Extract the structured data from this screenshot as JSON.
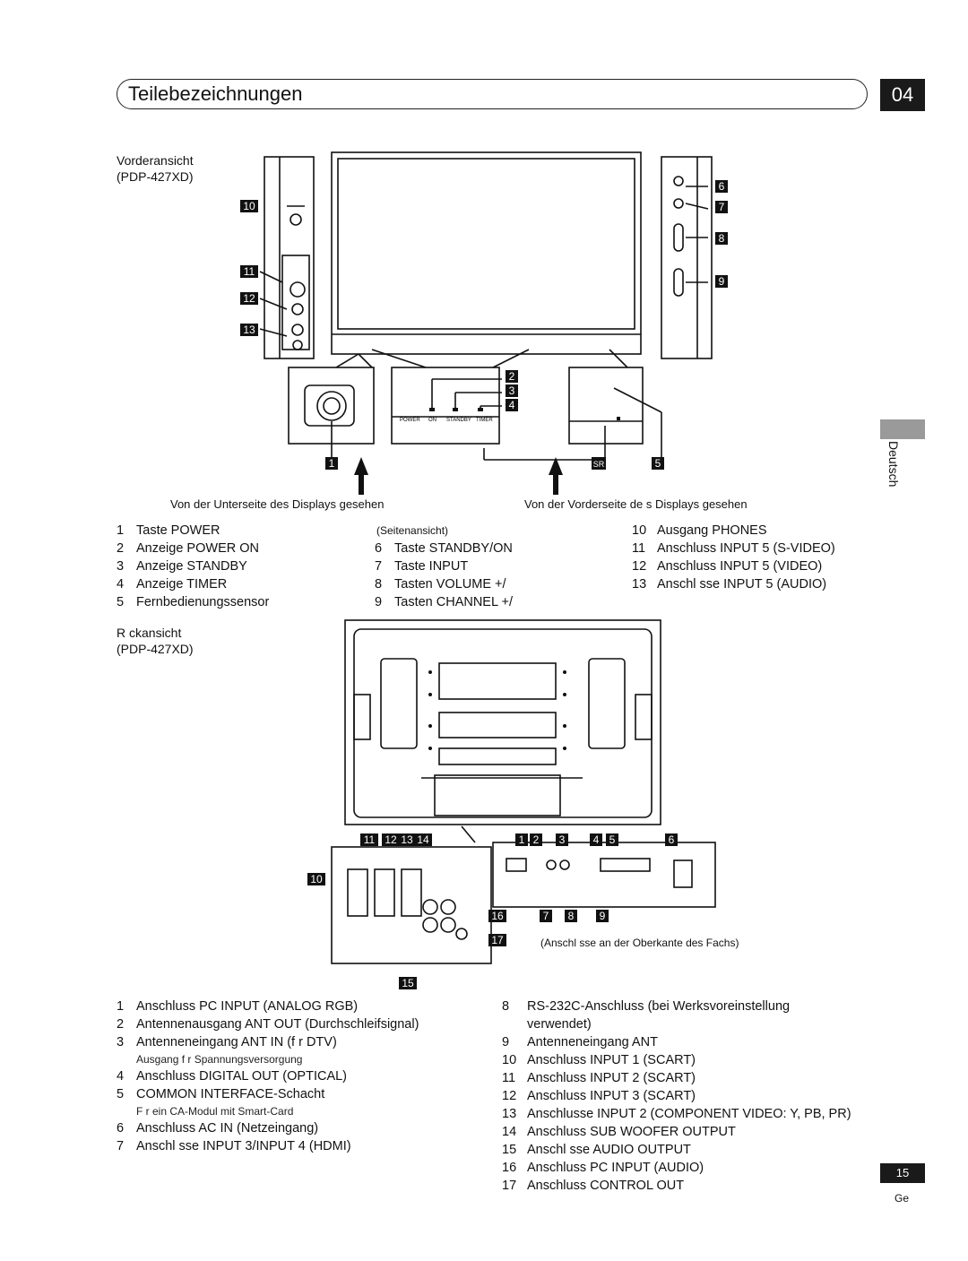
{
  "header": {
    "title": "Teilebezeichnungen",
    "chapter": "04"
  },
  "front": {
    "label_line1": "Vorderansicht",
    "label_line2": "(PDP-427XD)",
    "caption_bottom": "Von der Unterseite des Displays gesehen",
    "caption_front": "Von der Vorderseite de     s Displays gesehen",
    "side_caption": "(Seitenansicht)",
    "panel_power": "POWER",
    "panel_on": "ON",
    "panel_standby": "STANDBY",
    "panel_timer": "TIMER",
    "callouts": {
      "n1": "1",
      "n2": "2",
      "n3": "3",
      "n4": "4",
      "n5": "5",
      "n6": "6",
      "n7": "7",
      "n8": "8",
      "n9": "9",
      "n10": "10",
      "n11": "11",
      "n12": "12",
      "n13": "13",
      "sr": "SR"
    }
  },
  "front_list_a": [
    {
      "num": "1",
      "text": "Taste POWER"
    },
    {
      "num": "2",
      "text": "Anzeige POWER ON"
    },
    {
      "num": "3",
      "text": "Anzeige STANDBY"
    },
    {
      "num": "4",
      "text": "Anzeige TIMER"
    },
    {
      "num": "5",
      "text": "Fernbedienungssensor"
    }
  ],
  "front_list_b": [
    {
      "num": "6",
      "text": "Taste STANDBY/ON"
    },
    {
      "num": "7",
      "text": "Taste INPUT"
    },
    {
      "num": "8",
      "text": "Tasten VOLUME +/"
    },
    {
      "num": "9",
      "text": "Tasten CHANNEL +/"
    }
  ],
  "front_list_c": [
    {
      "num": "10",
      "text": "Ausgang PHONES"
    },
    {
      "num": "11",
      "text": "Anschluss INPUT 5 (S-VIDEO)"
    },
    {
      "num": "12",
      "text": "Anschluss INPUT 5 (VIDEO)"
    },
    {
      "num": "13",
      "text": "Anschl sse INPUT 5 (AUDIO)"
    }
  ],
  "rear": {
    "label_line1": "R ckansicht",
    "label_line2": "(PDP-427XD)",
    "top_edge_note": "(Anschl sse an der Oberkante des Fachs)",
    "callouts": {
      "r1": "1",
      "r2": "2",
      "r3": "3",
      "r4": "4",
      "r5": "5",
      "r6": "6",
      "r7": "7",
      "r8": "8",
      "r9": "9",
      "r10": "10",
      "r11": "11",
      "r12": "12",
      "r13": "13",
      "r14": "14",
      "r15": "15",
      "r16": "16",
      "r17": "17"
    }
  },
  "rear_list_a": [
    {
      "num": "1",
      "text": "Anschluss PC INPUT (ANALOG RGB)"
    },
    {
      "num": "2",
      "text": "Antennenausgang ANT OUT (Durchschleifsignal)"
    },
    {
      "num": "3",
      "text": "Antenneneingang ANT IN (f r DTV)",
      "sub": "Ausgang f r Spannungsversorgung"
    },
    {
      "num": "4",
      "text": "Anschluss DIGITAL OUT (OPTICAL)"
    },
    {
      "num": "5",
      "text": "COMMON INTERFACE-Schacht",
      "sub": "F r ein CA-Modul mit Smart-Card"
    },
    {
      "num": "6",
      "text": "Anschluss AC IN (Netzeingang)"
    },
    {
      "num": "7",
      "text": "Anschl sse INPUT 3/INPUT 4 (HDMI)"
    }
  ],
  "rear_list_b": [
    {
      "num": "8",
      "text": "RS-232C-Anschluss (bei Werksvoreinstellung",
      "cont": "verwendet)"
    },
    {
      "num": "9",
      "text": "Antenneneingang ANT"
    },
    {
      "num": "10",
      "text": "Anschluss INPUT 1 (SCART)"
    },
    {
      "num": "11",
      "text": "Anschluss INPUT 2 (SCART)"
    },
    {
      "num": "12",
      "text": "Anschluss INPUT 3 (SCART)"
    },
    {
      "num": "13",
      "text": "Anschlusse INPUT 2 (COMPONENT VIDEO: Y, PB, PR)"
    },
    {
      "num": "14",
      "text": "Anschluss SUB WOOFER OUTPUT"
    },
    {
      "num": "15",
      "text": "Anschl sse AUDIO OUTPUT"
    },
    {
      "num": "16",
      "text": "Anschluss PC INPUT (AUDIO)"
    },
    {
      "num": "17",
      "text": "Anschluss CONTROL OUT"
    }
  ],
  "side_tab": {
    "language": "Deutsch"
  },
  "footer": {
    "page": "15",
    "lang_code": "Ge"
  }
}
